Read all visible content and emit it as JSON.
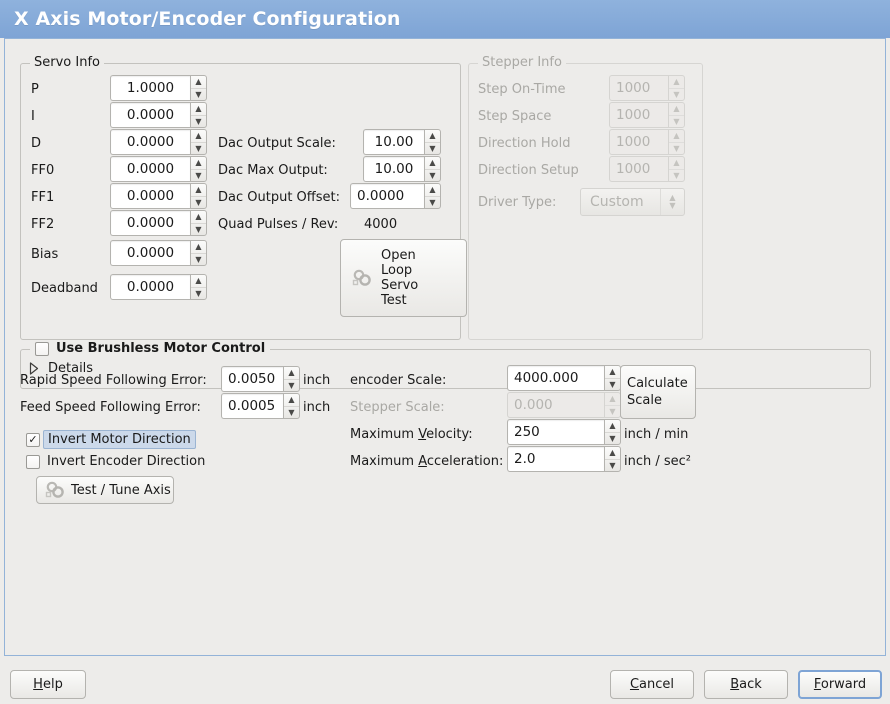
{
  "window": {
    "title": "X Axis Motor/Encoder Configuration",
    "title_bg": "#7ea4d5",
    "content_border": "#93b3d8",
    "background": "#edecea"
  },
  "servo_info": {
    "legend": "Servo Info",
    "fields": [
      {
        "label": "P",
        "value": "1.0000"
      },
      {
        "label": "I",
        "value": "0.0000"
      },
      {
        "label": "D",
        "value": "0.0000"
      },
      {
        "label": "FF0",
        "value": "0.0000"
      },
      {
        "label": "FF1",
        "value": "0.0000"
      },
      {
        "label": "FF2",
        "value": "0.0000"
      },
      {
        "label": "Bias",
        "value": "0.0000"
      },
      {
        "label": "Deadband",
        "value": "0.0000"
      }
    ],
    "dac_output_scale": {
      "label": "Dac Output Scale:",
      "value": "10.00"
    },
    "dac_max_output": {
      "label": "Dac Max Output:",
      "value": "10.00"
    },
    "dac_output_offset": {
      "label": "Dac Output Offset:",
      "value": "0.0000"
    },
    "quad_pulses": {
      "label": "Quad Pulses / Rev:",
      "value": "4000"
    },
    "open_loop_button": {
      "lines": [
        "Open",
        "Loop",
        "Servo",
        "Test"
      ],
      "icon": "gears-icon"
    }
  },
  "stepper_info": {
    "legend": "Stepper Info",
    "enabled": false,
    "fields": [
      {
        "label": "Step On-Time",
        "value": "1000"
      },
      {
        "label": "Step Space",
        "value": "1000"
      },
      {
        "label": "Direction Hold",
        "value": "1000"
      },
      {
        "label": "Direction Setup",
        "value": "1000"
      }
    ],
    "driver_type": {
      "label": "Driver Type:",
      "value": "Custom"
    }
  },
  "brushless": {
    "checkbox_label": "Use Brushless Motor Control",
    "checked": false,
    "details_label": "Details",
    "details_expanded": false
  },
  "tuning": {
    "rapid_following_error": {
      "label": "Rapid Speed Following Error:",
      "value": "0.0050",
      "unit": "inch"
    },
    "feed_following_error": {
      "label": "Feed Speed Following Error:",
      "value": "0.0005",
      "unit": "inch"
    },
    "invert_motor": {
      "label": "Invert Motor Direction",
      "checked": true,
      "focused": true
    },
    "invert_encoder": {
      "label": "Invert Encoder Direction",
      "checked": false,
      "focused": false
    },
    "test_tune_button": {
      "label": "Test / Tune Axis",
      "icon": "gears-icon"
    }
  },
  "scaling": {
    "encoder_scale": {
      "label": "encoder Scale:",
      "value": "4000.000",
      "enabled": true
    },
    "stepper_scale": {
      "label": "Stepper Scale:",
      "value": "0.000",
      "enabled": false
    },
    "max_velocity": {
      "label_pre": "Maximum ",
      "label_mn": "V",
      "label_post": "elocity:",
      "value": "250",
      "unit": "inch / min"
    },
    "max_accel": {
      "label_pre": "Maximum ",
      "label_mn": "A",
      "label_post": "cceleration:",
      "value": "2.0",
      "unit": "inch / sec²"
    },
    "calculate_button": {
      "lines": [
        "Calculate",
        "Scale"
      ]
    }
  },
  "footer": {
    "help": {
      "mn": "H",
      "rest": "elp"
    },
    "cancel": {
      "mn": "C",
      "rest": "ancel"
    },
    "back": {
      "mn": "B",
      "rest": "ack"
    },
    "forward": {
      "mn": "F",
      "rest": "orward",
      "is_default": true
    }
  }
}
